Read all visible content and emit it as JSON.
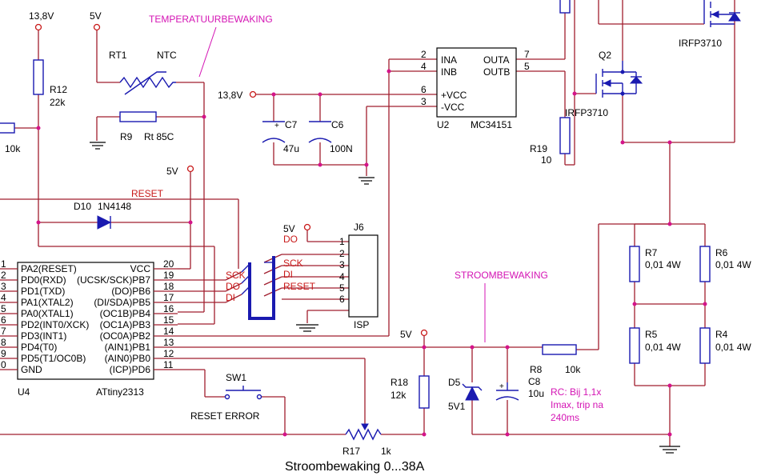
{
  "title": "Stroombewaking 0...38A",
  "annotations": {
    "temp": "TEMPERATUURBEWAKING",
    "current": "STROOMBEWAKING",
    "rc_note": [
      "RC: Bij 1,1x",
      "Imax, trip na",
      "240ms"
    ]
  },
  "supplies": {
    "v138_top": "13,8V",
    "v5_top": "5V",
    "v5_mid": "5V",
    "v138_cap": "13,8V",
    "v5_isp": "5V",
    "v5_r18": "5V"
  },
  "components": {
    "r12": {
      "ref": "R12",
      "value": "22k"
    },
    "rt1": {
      "ref": "RT1",
      "value": "NTC"
    },
    "r9": {
      "ref": "R9",
      "value": "Rt 85C"
    },
    "r10k_left": {
      "value": "10k"
    },
    "d10": {
      "ref": "D10",
      "value": "1N4148"
    },
    "c7": {
      "ref": "C7",
      "value": "47u"
    },
    "c6": {
      "ref": "C6",
      "value": "100N"
    },
    "u2": {
      "ref": "U2",
      "value": "MC34151"
    },
    "q2": {
      "ref": "Q2",
      "value": "IRFP3710"
    },
    "q_top": {
      "value": "IRFP3710"
    },
    "r19": {
      "ref": "R19",
      "value": "10"
    },
    "r7": {
      "ref": "R7",
      "value": "0,01 4W"
    },
    "r6": {
      "ref": "R6",
      "value": "0,01 4W"
    },
    "r5": {
      "ref": "R5",
      "value": "0,01 4W"
    },
    "r4": {
      "ref": "R4",
      "value": "0,01 4W"
    },
    "r8": {
      "ref": "R8",
      "value": "10k"
    },
    "c8": {
      "ref": "C8",
      "value": "10u"
    },
    "d5": {
      "ref": "D5",
      "value": "5V1"
    },
    "r18": {
      "ref": "R18",
      "value": "12k"
    },
    "r17": {
      "ref": "R17",
      "value": "1k"
    },
    "sw1": {
      "ref": "SW1",
      "value": "RESET ERROR"
    },
    "j6": {
      "ref": "J6",
      "value": "ISP"
    },
    "u4": {
      "ref": "U4",
      "value": "ATtiny2313"
    }
  },
  "u2_pins": {
    "left_nums": [
      "2",
      "4",
      "6",
      "3"
    ],
    "left_names": [
      "INA",
      "INB",
      "+VCC",
      "-VCC"
    ],
    "right_nums": [
      "7",
      "5"
    ],
    "right_names": [
      "OUTA",
      "OUTB"
    ]
  },
  "u4_pins": {
    "left_nums": [
      "1",
      "2",
      "3",
      "4",
      "5",
      "6",
      "7",
      "8",
      "9",
      "0"
    ],
    "left_names": [
      "PA2(RESET)",
      "PD0(RXD)",
      "PD1(TXD)",
      "PA1(XTAL2)",
      "PA0(XTAL1)",
      "PD2(INT0/XCK)",
      "PD3(INT1)",
      "PD4(T0)",
      "PD5(T1/OC0B)",
      "GND"
    ],
    "right_nums": [
      "20",
      "19",
      "18",
      "17",
      "16",
      "15",
      "14",
      "13",
      "12",
      "11"
    ],
    "right_names": [
      "VCC",
      "(UCSK/SCK)PB7",
      "(DO)PB6",
      "(DI/SDA)PB5",
      "(OC1B)PB4",
      "(OC1A)PB3",
      "(OC0A)PB2",
      "(AIN1)PB1",
      "(AIN0)PB0",
      "(ICP)PD6"
    ]
  },
  "j6_pins": [
    "1",
    "2",
    "3",
    "4",
    "5",
    "6"
  ],
  "nets": {
    "reset": "RESET",
    "do": "DO",
    "sck": "SCK",
    "di": "DI",
    "isp_reset": "RESET"
  }
}
